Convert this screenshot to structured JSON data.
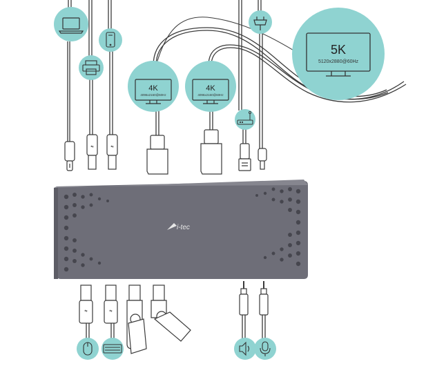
{
  "colors": {
    "teal": "#8fd3d1",
    "dock_body": "#6e6e78",
    "dock_top": "#86868f",
    "cable": "#3a3a3a",
    "hole": "#46464e"
  },
  "dock": {
    "brand": "i-tec"
  },
  "monitors": [
    {
      "id": "monitor-5k",
      "resolution": "5K",
      "mode": "5120x2880@60Hz",
      "icon": "monitor-icon"
    },
    {
      "id": "monitor-4k-left",
      "resolution": "4K",
      "mode": "4096x2160@60Hz",
      "icon": "monitor-icon"
    },
    {
      "id": "monitor-4k-right",
      "resolution": "4K",
      "mode": "4096x2160@60Hz",
      "icon": "monitor-icon"
    }
  ],
  "top_devices": [
    "laptop-icon",
    "printer-icon",
    "phone-icon",
    "router-icon",
    "power-plug-icon"
  ],
  "bottom_devices": [
    "mouse-icon",
    "keyboard-icon",
    "speaker-icon",
    "microphone-icon"
  ]
}
